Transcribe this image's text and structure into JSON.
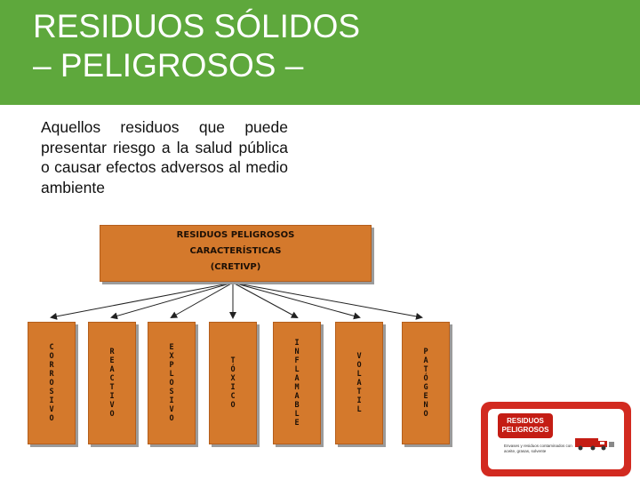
{
  "slide": {
    "title": "RESIDUOS SÓLIDOS\n– PELIGROSOS –",
    "body": "Aquellos residuos que puede presentar riesgo a la salud pública o causar efectos adversos al medio ambiente"
  },
  "diagram": {
    "top_box": {
      "line1": "RESIDUOS PELIGROSOS",
      "line2": "CARACTERÍSTICAS",
      "line3": "(CRETIVP)"
    },
    "columns": [
      "CORROSIVO",
      "REACTIVO",
      "EXPLOSIVO",
      "TÓXICO",
      "INFLAMABLE",
      "VOLATIL",
      "PATÓGENO"
    ]
  },
  "logo": {
    "title": "RESIDUOS\nPELIGROSOS",
    "caption": "Envases y residuos contaminados con aceite, grasas, solvente"
  },
  "colors": {
    "header": "#5ea83c",
    "box": "#d4792c",
    "logo_red": "#d22a20"
  }
}
